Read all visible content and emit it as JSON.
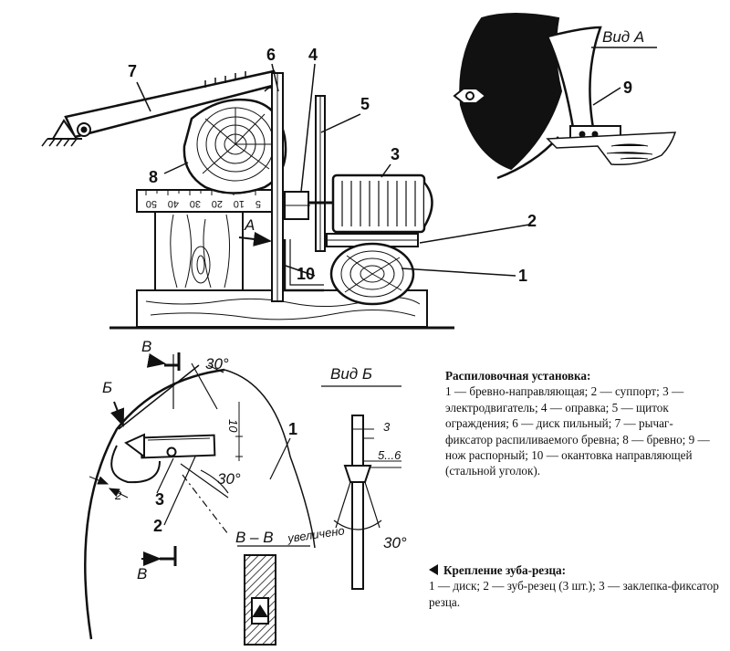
{
  "labels": {
    "n1": "1",
    "n2": "2",
    "n3": "3",
    "n4": "4",
    "n5": "5",
    "n6": "6",
    "n7": "7",
    "n8": "8",
    "n9": "9",
    "n10": "10",
    "arrow_a": "А",
    "view_a": "Вид А",
    "view_b": "Вид Б",
    "b_top": "В",
    "b_bottom": "В",
    "b_letter": "Б",
    "section": "В – В",
    "section_note": "увеличено",
    "angle_top": "30°",
    "angle_mid": "30°",
    "angle_bottom": "30°",
    "dim_10": "10",
    "dim_2": "2",
    "dim_3": "3",
    "dim_5_6": "5...6",
    "tooth_1": "1",
    "tooth_2": "2",
    "tooth_3": "3"
  },
  "ruler_ticks": [
    "50",
    "40",
    "30",
    "20",
    "10",
    "5"
  ],
  "caption_main": {
    "title": "Распиловочная установка:",
    "text": "1 — бревно-направляющая; 2 — суппорт; 3 — электродвигатель; 4 — оправка; 5 — щиток ограждения; 6 — диск пильный; 7 — рычаг-фиксатор распиливаемого бревна; 8 — бревно; 9 — нож распорный; 10 — окантовка направляющей (стальной уголок)."
  },
  "caption_tooth": {
    "title": "Крепление зуба-резца:",
    "text": "1 — диск; 2 — зуб-резец (3 шт.); 3 — заклепка-фиксатор резца."
  }
}
